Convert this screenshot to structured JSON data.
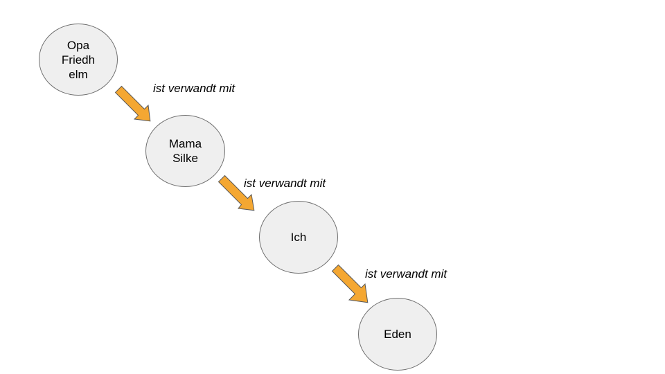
{
  "colors": {
    "node_fill": "#efefef",
    "node_stroke": "#6f6f6f",
    "arrow_fill": "#f4a732",
    "arrow_stroke": "#595959"
  },
  "nodes": [
    {
      "id": "opa",
      "label": "Opa\nFriedh\nelm"
    },
    {
      "id": "mama",
      "label": "Mama\nSilke"
    },
    {
      "id": "ich",
      "label": "Ich"
    },
    {
      "id": "eden",
      "label": "Eden"
    }
  ],
  "edges": [
    {
      "from": "opa",
      "to": "mama",
      "label": "ist verwandt mit"
    },
    {
      "from": "mama",
      "to": "ich",
      "label": "ist verwandt mit"
    },
    {
      "from": "ich",
      "to": "eden",
      "label": "ist verwandt mit"
    }
  ]
}
